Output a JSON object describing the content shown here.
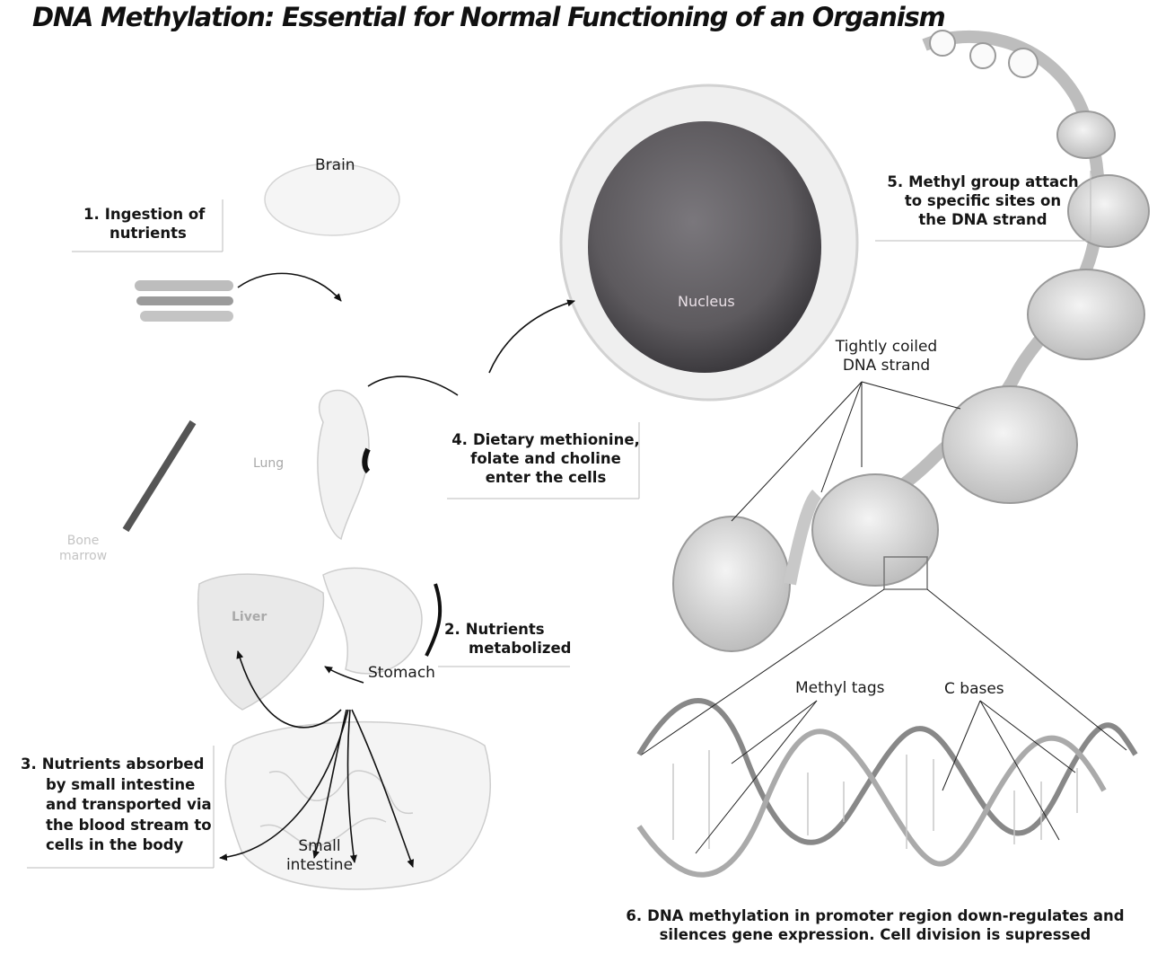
{
  "title": "DNA Methylation:  Essential for Normal Functioning of an Organism",
  "steps": [
    {
      "number": "1.",
      "lines": [
        "Ingestion of",
        "nutrients"
      ]
    },
    {
      "number": "2.",
      "lines": [
        "Nutrients",
        "metabolized"
      ]
    },
    {
      "number": "3.",
      "lines": [
        "Nutrients absorbed",
        "by small intestine",
        "and transported via",
        "the blood stream to",
        "cells in the body"
      ]
    },
    {
      "number": "4.",
      "lines": [
        "Dietary methionine,",
        "folate and choline",
        "enter the cells"
      ]
    },
    {
      "number": "5.",
      "lines": [
        "Methyl group attach",
        "to specific sites on",
        "the DNA strand"
      ]
    },
    {
      "number": "6.",
      "lines": [
        "DNA methylation in promoter region down-regulates and",
        "silences gene expression.  Cell division is supressed"
      ]
    }
  ],
  "labels": {
    "brain": "Brain",
    "lung": "Lung",
    "bone_marrow": [
      "Bone",
      "marrow"
    ],
    "liver": "Liver",
    "stomach": "Stomach",
    "small_intestine": [
      "Small",
      "intestine"
    ],
    "nucleus": "Nucleus",
    "coiled_dna": [
      "Tightly coiled",
      "DNA strand"
    ],
    "methyl_tags": "Methyl tags",
    "c_bases": "C bases"
  },
  "colors": {
    "text": "#151515",
    "organ_fill": "#f1f1f1",
    "organ_outline": "#c8c8c8",
    "cell_membrane": "#d9d9d9",
    "nucleus": "#5d5a5e",
    "histone": "#d8d8d8",
    "arrow": "#111111"
  }
}
